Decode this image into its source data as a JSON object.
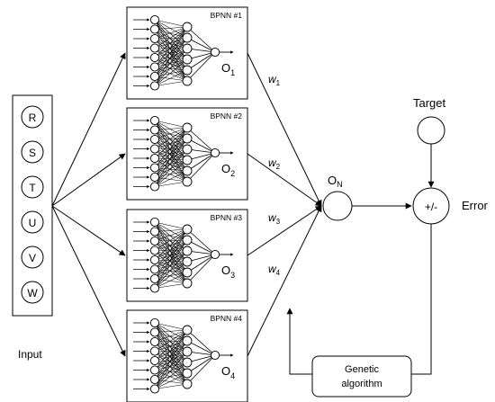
{
  "inputs": {
    "label": "Input",
    "items": [
      "R",
      "S",
      "T",
      "U",
      "V",
      "W"
    ]
  },
  "networks": [
    {
      "title": "BPNN #1",
      "output_base": "O",
      "output_sub": "1",
      "weight_base": "w",
      "weight_sub": "1"
    },
    {
      "title": "BPNN #2",
      "output_base": "O",
      "output_sub": "2",
      "weight_base": "w",
      "weight_sub": "2"
    },
    {
      "title": "BPNN #3",
      "output_base": "O",
      "output_sub": "3",
      "weight_base": "w",
      "weight_sub": "3"
    },
    {
      "title": "BPNN #4",
      "output_base": "O",
      "output_sub": "4",
      "weight_base": "w",
      "weight_sub": "4"
    }
  ],
  "ensemble": {
    "base": "O",
    "sub": "N"
  },
  "target": {
    "label": "Target"
  },
  "compare": {
    "label": "+/-"
  },
  "error": {
    "label": "Error"
  },
  "optimizer": {
    "line1": "Genetic",
    "line2": "algorithm"
  }
}
